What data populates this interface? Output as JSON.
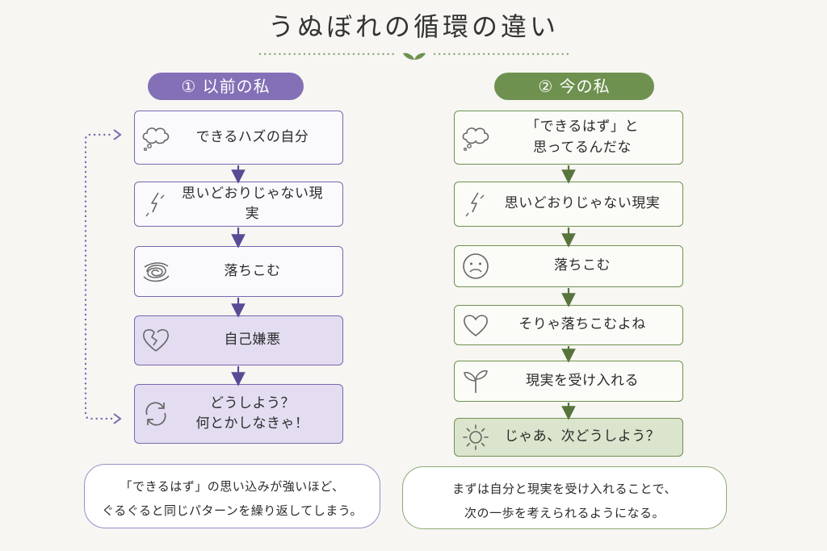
{
  "title": "うぬぼれの循環の違い",
  "colors": {
    "purple": "#7a68ae",
    "purple_fill": "#e4ddf1",
    "green": "#6f9150",
    "green_fill": "#dbe4cc"
  },
  "left": {
    "header": "① 以前の私",
    "steps": [
      {
        "text": "できるハズの自分",
        "icon": "thought-cloud-icon"
      },
      {
        "text": "思いどおりじゃない現実",
        "icon": "lightning-icon"
      },
      {
        "text": "落ちこむ",
        "icon": "scribble-icon"
      },
      {
        "text": "自己嫌悪",
        "icon": "broken-heart-icon"
      },
      {
        "text": "どうしよう？\n何とかしなきゃ！",
        "icon": "cycle-arrows-icon"
      }
    ],
    "note": "「できるはず」の思い込みが強いほど、\nぐるぐると同じパターンを繰り返してしまう。"
  },
  "right": {
    "header": "② 今の私",
    "steps": [
      {
        "text": "「できるはず」と\n思ってるんだな",
        "icon": "thought-cloud-icon"
      },
      {
        "text": "思いどおりじゃない現実",
        "icon": "lightning-icon"
      },
      {
        "text": "落ちこむ",
        "icon": "sad-face-icon"
      },
      {
        "text": "そりゃ落ちこむよね",
        "icon": "heart-icon"
      },
      {
        "text": "現実を受け入れる",
        "icon": "sprout-icon"
      },
      {
        "text": "じゃあ、次どうしよう？",
        "icon": "sun-icon"
      }
    ],
    "note": "まずは自分と現実を受け入れることで、\n次の一歩を考えられるようになる。"
  }
}
